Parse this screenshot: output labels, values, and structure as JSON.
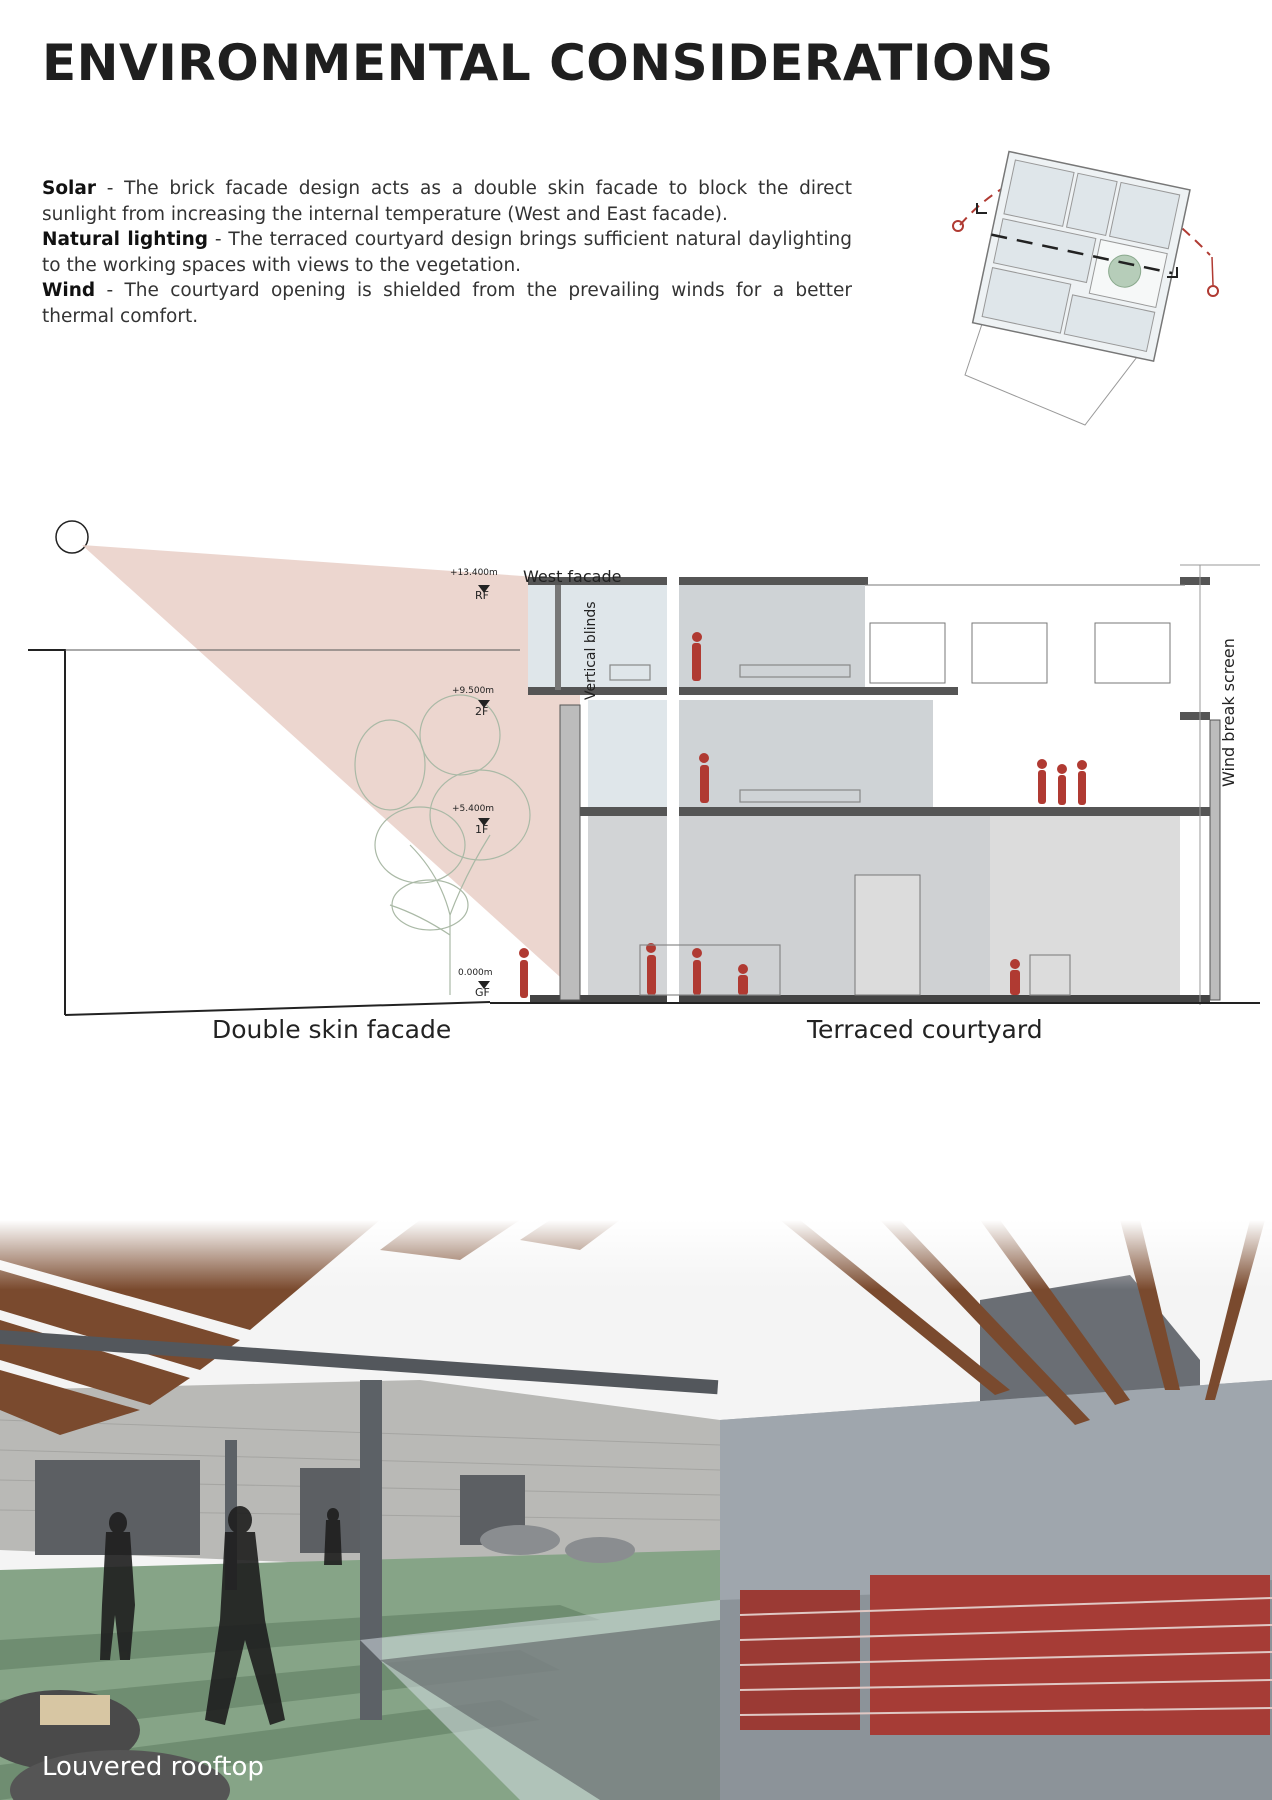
{
  "page": {
    "title": "ENVIRONMENTAL CONSIDERATIONS"
  },
  "intro": {
    "solar_label": "Solar",
    "solar_text": " - The brick facade design acts as a double skin facade to block the direct sunlight from increasing the internal temperature (West and East facade).",
    "lighting_label": "Natural lighting",
    "lighting_text": " - The terraced courtyard design brings sufficient natural daylighting to the working spaces with views to the vegetation.",
    "wind_label": "Wind",
    "wind_text": " - The courtyard opening is shielded from the prevailing winds for a better thermal comfort."
  },
  "section": {
    "levels": [
      {
        "elev": "+13.400m",
        "name": "RF"
      },
      {
        "elev": "+9.500m",
        "name": "2F"
      },
      {
        "elev": "+5.400m",
        "name": "1F"
      },
      {
        "elev": "0.000m",
        "name": "GF"
      }
    ],
    "west_facade_label": "West facade",
    "vertical_blinds_label": "Vertical blinds",
    "wind_break_label": "Wind break screen",
    "caption_left": "Double skin facade",
    "caption_right": "Terraced courtyard"
  },
  "render": {
    "caption": "Louvered rooftop"
  },
  "colors": {
    "accent_red": "#b03a32",
    "sun_wedge": "#e9cfc7",
    "glass": "#d4dce1",
    "floor_green": "#86a487",
    "timber": "#7a4a2e"
  }
}
